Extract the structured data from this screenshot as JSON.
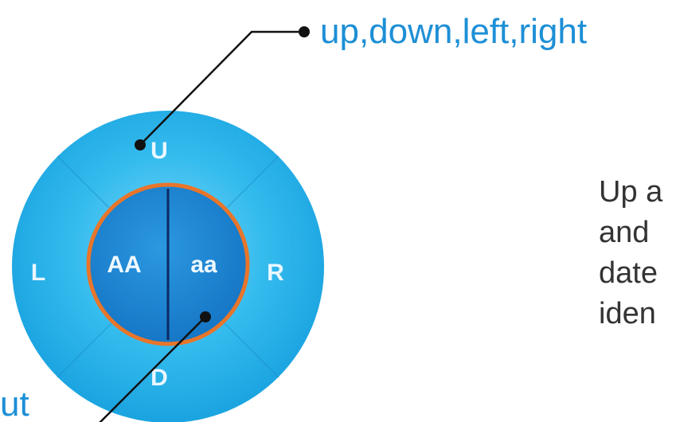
{
  "callouts": {
    "top": "up,down,left,right",
    "bottom_left_partial": "ut"
  },
  "dial": {
    "labels": {
      "up": "U",
      "down": "D",
      "left": "L",
      "right": "R",
      "center_left": "AA",
      "center_right": "aa"
    }
  },
  "description_lines": [
    "Up a",
    "and",
    "date",
    "iden"
  ],
  "colors": {
    "outer_ring": "#27b2e9",
    "inner_circle": "#1b86d3",
    "inner_outline": "#e8752a",
    "callout_text": "#1d8fd6",
    "body_text": "#333333"
  }
}
